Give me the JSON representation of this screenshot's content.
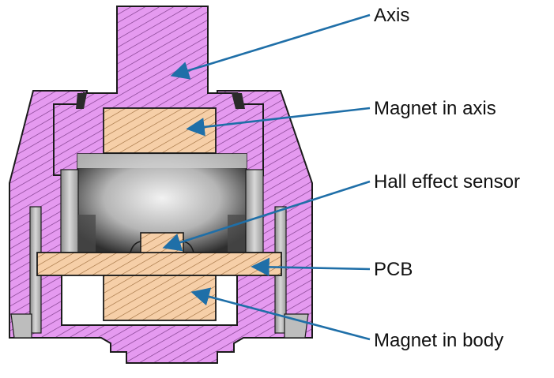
{
  "labels": {
    "axis": "Axis",
    "magnet_axis": "Magnet in axis",
    "hall_sensor": "Hall effect sensor",
    "pcb": "PCB",
    "magnet_body": "Magnet in body"
  },
  "colors": {
    "housing_fill": "#e59af0",
    "hatch_line": "#7a3a86",
    "magnet_fill": "#f6cfa8",
    "magnet_hatch": "#9b6a3a",
    "leader_line": "#1f6fa8",
    "outline": "#1b1b1b",
    "cavity_light": "#e6e6e6",
    "cavity_dark": "#3c3c3c",
    "gray_side": "#b8b8b8"
  }
}
